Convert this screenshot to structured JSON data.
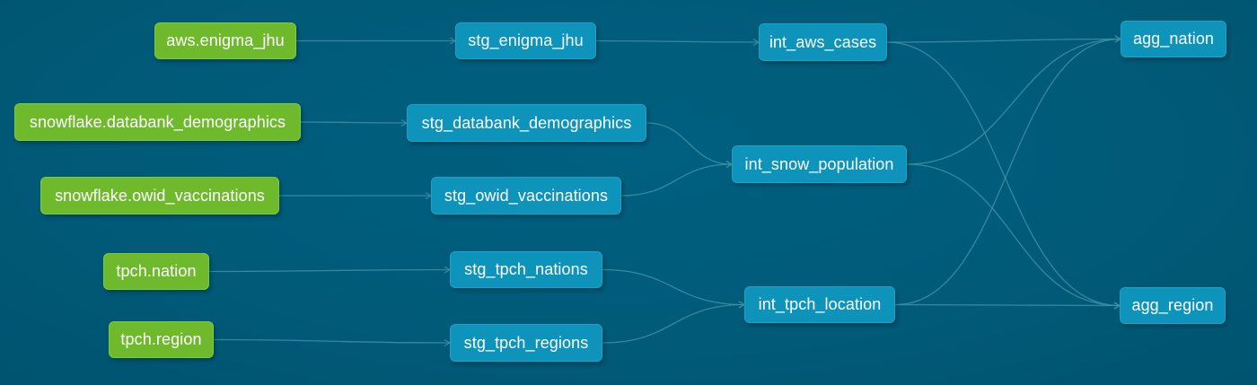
{
  "colors": {
    "background": "#005a78",
    "source_node": "#6fba2c",
    "model_node": "#0e94bb",
    "edge": "#3f8fa8"
  },
  "nodes": {
    "aws_enigma_jhu": {
      "label": "aws.enigma_jhu",
      "kind": "source"
    },
    "snowflake_databank_demographics": {
      "label": "snowflake.databank_demographics",
      "kind": "source"
    },
    "snowflake_owid_vaccinations": {
      "label": "snowflake.owid_vaccinations",
      "kind": "source"
    },
    "tpch_nation": {
      "label": "tpch.nation",
      "kind": "source"
    },
    "tpch_region": {
      "label": "tpch.region",
      "kind": "source"
    },
    "stg_enigma_jhu": {
      "label": "stg_enigma_jhu",
      "kind": "model"
    },
    "stg_databank_demographics": {
      "label": "stg_databank_demographics",
      "kind": "model"
    },
    "stg_owid_vaccinations": {
      "label": "stg_owid_vaccinations",
      "kind": "model"
    },
    "stg_tpch_nations": {
      "label": "stg_tpch_nations",
      "kind": "model"
    },
    "stg_tpch_regions": {
      "label": "stg_tpch_regions",
      "kind": "model"
    },
    "int_aws_cases": {
      "label": "int_aws_cases",
      "kind": "model"
    },
    "int_snow_population": {
      "label": "int_snow_population",
      "kind": "model"
    },
    "int_tpch_location": {
      "label": "int_tpch_location",
      "kind": "model"
    },
    "agg_nation": {
      "label": "agg_nation",
      "kind": "model"
    },
    "agg_region": {
      "label": "agg_region",
      "kind": "model"
    }
  },
  "edges": [
    [
      "aws_enigma_jhu",
      "stg_enigma_jhu"
    ],
    [
      "snowflake_databank_demographics",
      "stg_databank_demographics"
    ],
    [
      "snowflake_owid_vaccinations",
      "stg_owid_vaccinations"
    ],
    [
      "tpch_nation",
      "stg_tpch_nations"
    ],
    [
      "tpch_region",
      "stg_tpch_regions"
    ],
    [
      "stg_enigma_jhu",
      "int_aws_cases"
    ],
    [
      "stg_databank_demographics",
      "int_snow_population"
    ],
    [
      "stg_owid_vaccinations",
      "int_snow_population"
    ],
    [
      "stg_tpch_nations",
      "int_tpch_location"
    ],
    [
      "stg_tpch_regions",
      "int_tpch_location"
    ],
    [
      "int_aws_cases",
      "agg_nation"
    ],
    [
      "int_aws_cases",
      "agg_region"
    ],
    [
      "int_snow_population",
      "agg_nation"
    ],
    [
      "int_snow_population",
      "agg_region"
    ],
    [
      "int_tpch_location",
      "agg_nation"
    ],
    [
      "int_tpch_location",
      "agg_region"
    ]
  ]
}
